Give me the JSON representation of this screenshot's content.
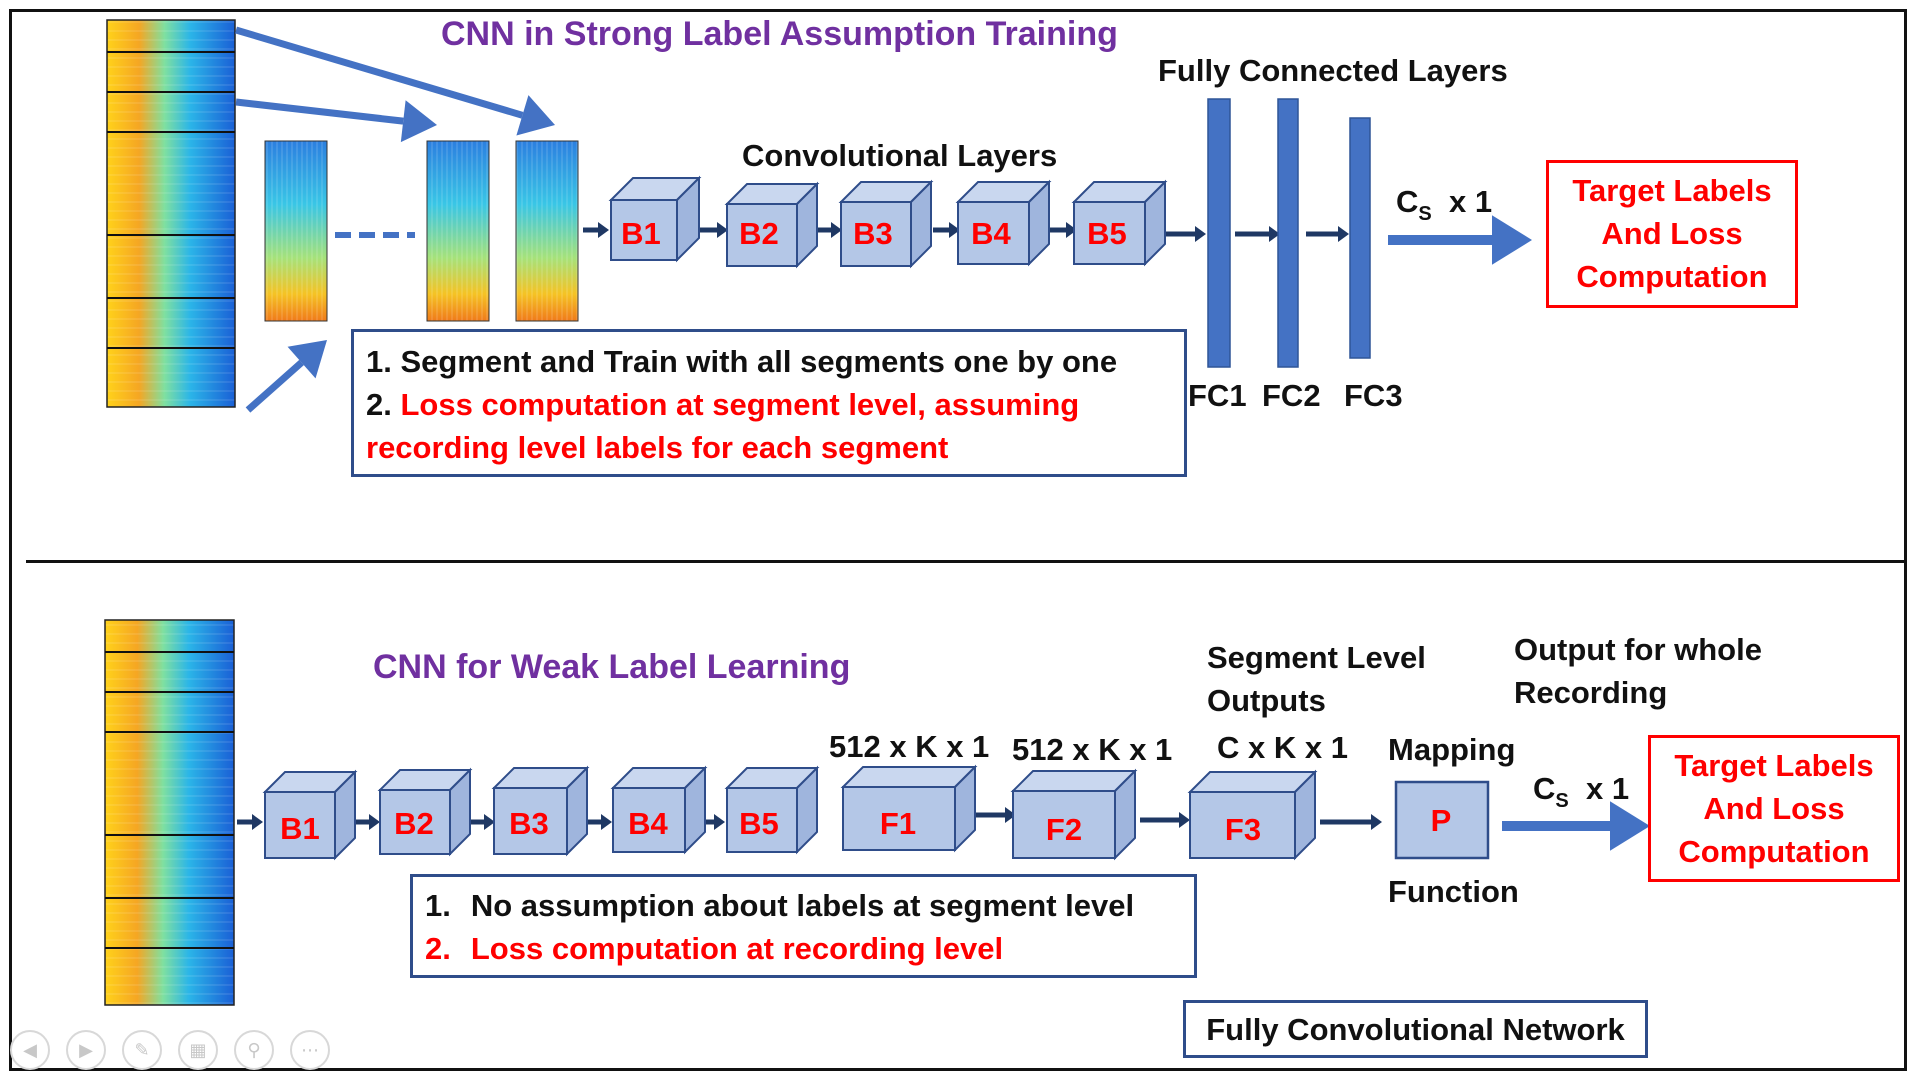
{
  "colors": {
    "title": "#7030a0",
    "red_text": "#ff0000",
    "block_fill": "#b4c7e7",
    "block_edge": "#2f4d8a",
    "arrow_blue": "#4472c4",
    "fc_bar": "#4472c4",
    "small_arrow": "#1f3864"
  },
  "top": {
    "title": "CNN in Strong Label Assumption Training",
    "fc_heading": "Fully Connected Layers",
    "conv_heading": "Convolutional Layers",
    "blocks": [
      "B1",
      "B2",
      "B3",
      "B4",
      "B5"
    ],
    "fc_labels": [
      "FC1",
      "FC2",
      "FC3"
    ],
    "output_c": "C",
    "output_sub": "S",
    "output_dim": "x 1",
    "target": [
      "Target Labels",
      "And Loss",
      "Computation"
    ],
    "note_prefix_1": "1.",
    "note_line_1": "Segment and Train with all segments one by one",
    "note_prefix_2": "2.",
    "note_line_2a": "Loss computation at segment level, assuming",
    "note_line_2b": "recording level labels for each segment"
  },
  "bottom": {
    "title": "CNN for Weak Label Learning",
    "blocks": [
      "B1",
      "B2",
      "B3",
      "B4",
      "B5"
    ],
    "conv_blocks": [
      "F1",
      "F2",
      "F3"
    ],
    "dims": [
      "512 x K x 1",
      "512 x K x 1",
      "C x K x 1"
    ],
    "segment_heading": [
      "Segment Level",
      "Outputs"
    ],
    "output_heading": [
      "Output for whole",
      "Recording"
    ],
    "mapping_top": "Mapping",
    "mapping_bottom": "Function",
    "p_label": "P",
    "output_c": "C",
    "output_sub": "S",
    "output_dim": "x 1",
    "target": [
      "Target Labels",
      "And Loss",
      "Computation"
    ],
    "note_num_1": "1.",
    "note_line_1": "No assumption about labels at segment level",
    "note_num_2": "2.",
    "note_line_2": "Loss computation at recording level",
    "fcn_label": "Fully Convolutional Network"
  },
  "controls": [
    "back-icon",
    "forward-icon",
    "pen-icon",
    "slides-icon",
    "zoom-icon",
    "more-icon"
  ]
}
